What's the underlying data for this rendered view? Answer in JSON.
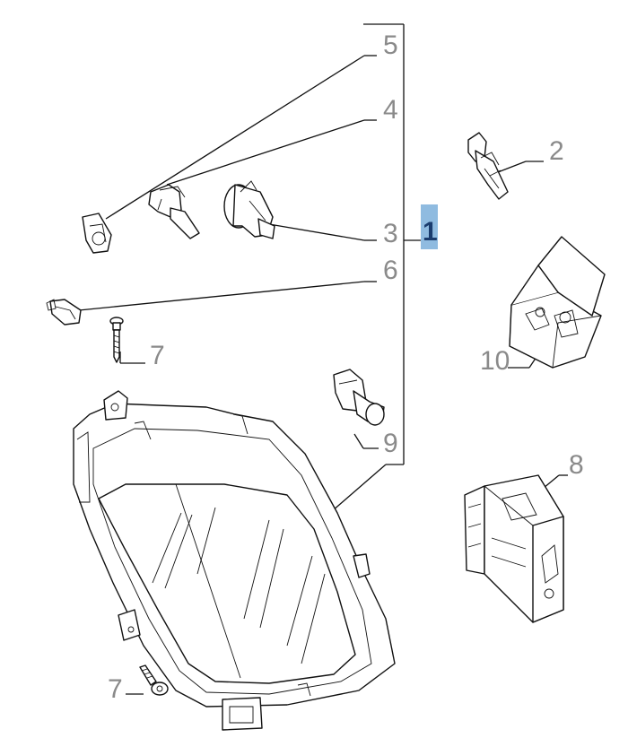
{
  "callouts": {
    "c1": "1",
    "c2": "2",
    "c3": "3",
    "c4": "4",
    "c5": "5",
    "c6": "6",
    "c7a": "7",
    "c7b": "7",
    "c8": "8",
    "c9": "9",
    "c10": "10"
  },
  "colors": {
    "callout_text": "#8a8a8a",
    "highlight_box": "#8fbbe0",
    "highlight_text": "#1a3c6e",
    "line": "#111111"
  }
}
